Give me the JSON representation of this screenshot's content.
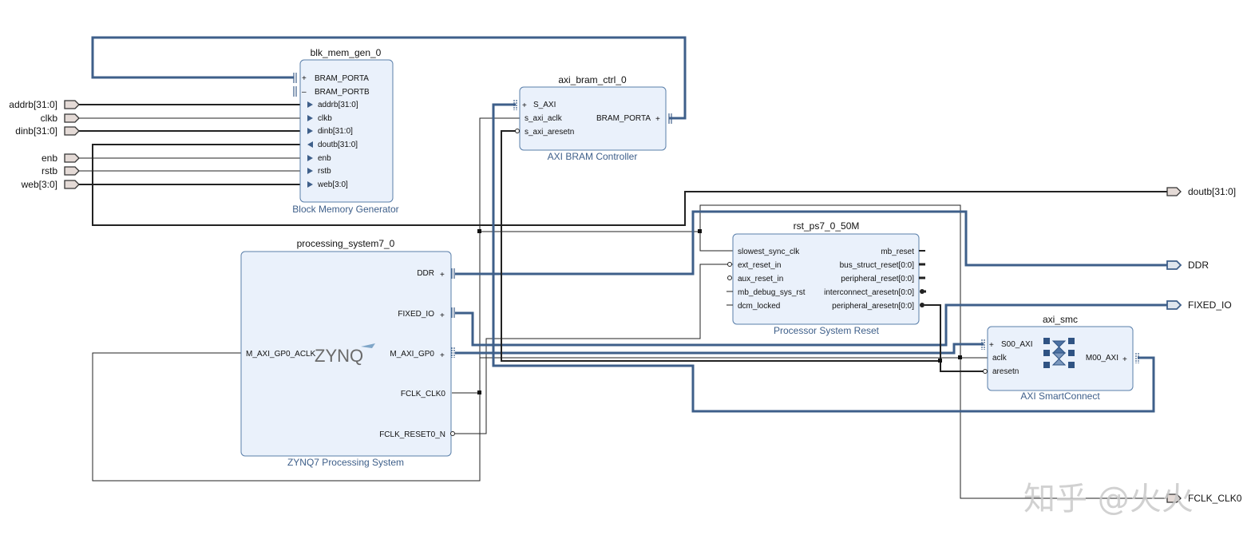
{
  "blocks": {
    "blk_mem_gen": {
      "name": "blk_mem_gen_0",
      "type": "Block Memory Generator",
      "ports": [
        "BRAM_PORTA",
        "BRAM_PORTB",
        "addrb[31:0]",
        "clkb",
        "dinb[31:0]",
        "doutb[31:0]",
        "enb",
        "rstb",
        "web[3:0]"
      ]
    },
    "axi_bram_ctrl": {
      "name": "axi_bram_ctrl_0",
      "type": "AXI BRAM Controller",
      "ports_left": [
        "S_AXI",
        "s_axi_aclk",
        "s_axi_aresetn"
      ],
      "ports_right": [
        "BRAM_PORTA"
      ]
    },
    "ps7": {
      "name": "processing_system7_0",
      "type": "ZYNQ7 Processing System",
      "logo": "ZYNQ",
      "ports_left": [
        "M_AXI_GP0_ACLK"
      ],
      "ports_right": [
        "DDR",
        "FIXED_IO",
        "M_AXI_GP0",
        "FCLK_CLK0",
        "FCLK_RESET0_N"
      ]
    },
    "rst": {
      "name": "rst_ps7_0_50M",
      "type": "Processor System Reset",
      "ports_left": [
        "slowest_sync_clk",
        "ext_reset_in",
        "aux_reset_in",
        "mb_debug_sys_rst",
        "dcm_locked"
      ],
      "ports_right": [
        "mb_reset",
        "bus_struct_reset[0:0]",
        "peripheral_reset[0:0]",
        "interconnect_aresetn[0:0]",
        "peripheral_aresetn[0:0]"
      ]
    },
    "smc": {
      "name": "axi_smc",
      "type": "AXI SmartConnect",
      "ports_left": [
        "S00_AXI",
        "aclk",
        "aresetn"
      ],
      "ports_right": [
        "M00_AXI"
      ]
    }
  },
  "external_inputs": [
    "addrb[31:0]",
    "clkb",
    "dinb[31:0]",
    "enb",
    "rstb",
    "web[3:0]"
  ],
  "external_outputs": [
    "doutb[31:0]",
    "DDR",
    "FIXED_IO",
    "FCLK_CLK0"
  ],
  "watermark": "知乎 @火火",
  "colors": {
    "bus": "#3e5f8a",
    "block_fill": "#eaf1fb",
    "block_border": "#5a7faa",
    "subtitle": "#3e5f8a"
  }
}
